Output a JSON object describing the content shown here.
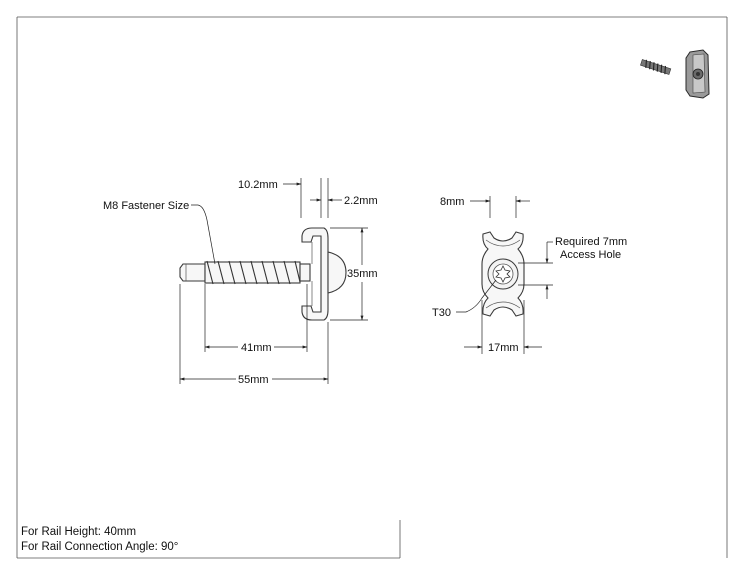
{
  "dimensions": {
    "head_gap": "10.2mm",
    "head_thickness": "2.2mm",
    "fastener_size": "M8 Fastener Size",
    "head_height": "35mm",
    "thread_length": "41mm",
    "overall_length": "55mm",
    "slot_width": "8mm",
    "access_hole_line1": "Required 7mm",
    "access_hole_line2": "Access Hole",
    "drive": "T30",
    "plate_width": "17mm"
  },
  "notes": {
    "rail_height": "For Rail Height: 40mm",
    "rail_angle": "For Rail Connection Angle: 90°"
  }
}
